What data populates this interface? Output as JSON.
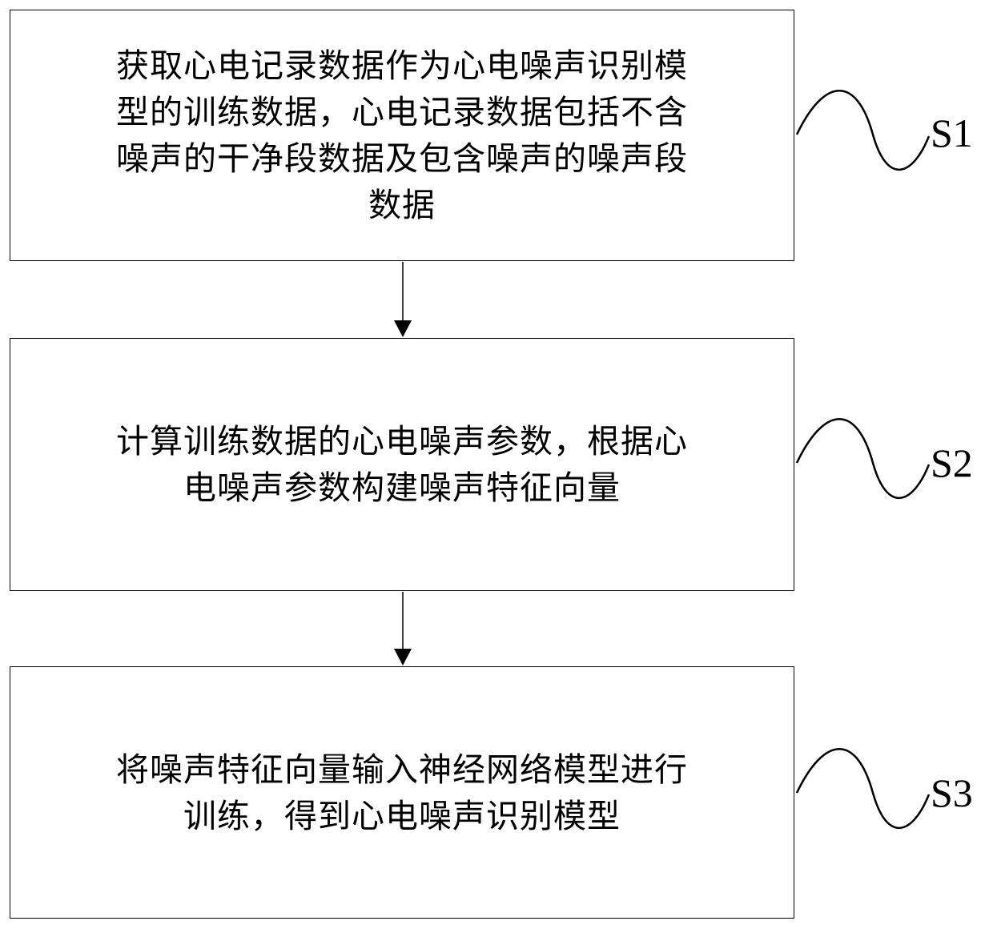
{
  "steps": [
    {
      "label": "S1",
      "text": "获取心电记录数据作为心电噪声识别模\n型的训练数据，心电记录数据包括不含\n噪声的干净段数据及包含噪声的噪声段\n数据"
    },
    {
      "label": "S2",
      "text": "计算训练数据的心电噪声参数，根据心\n电噪声参数构建噪声特征向量"
    },
    {
      "label": "S3",
      "text": "将噪声特征向量输入神经网络模型进行\n训练，得到心电噪声识别模型"
    }
  ],
  "colors": {
    "line": "#000000",
    "background": "#ffffff"
  }
}
